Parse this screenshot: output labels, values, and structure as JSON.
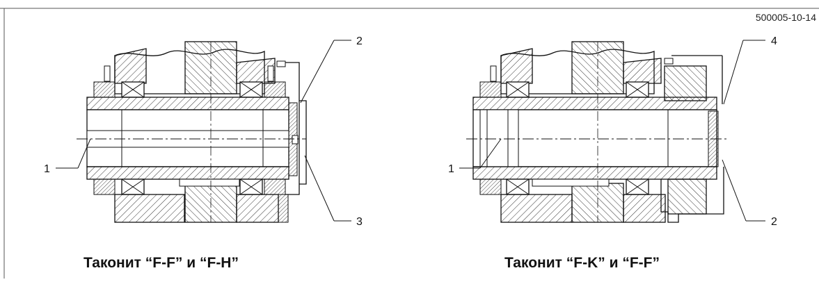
{
  "document_number": "500005-10-14",
  "left_drawing": {
    "caption": "Таконит “F-F” и “F-H”",
    "callouts": [
      "1",
      "2",
      "3"
    ]
  },
  "right_drawing": {
    "caption": "Таконит “F-K” и “F-F”",
    "callouts": [
      "1",
      "4",
      "2"
    ]
  }
}
